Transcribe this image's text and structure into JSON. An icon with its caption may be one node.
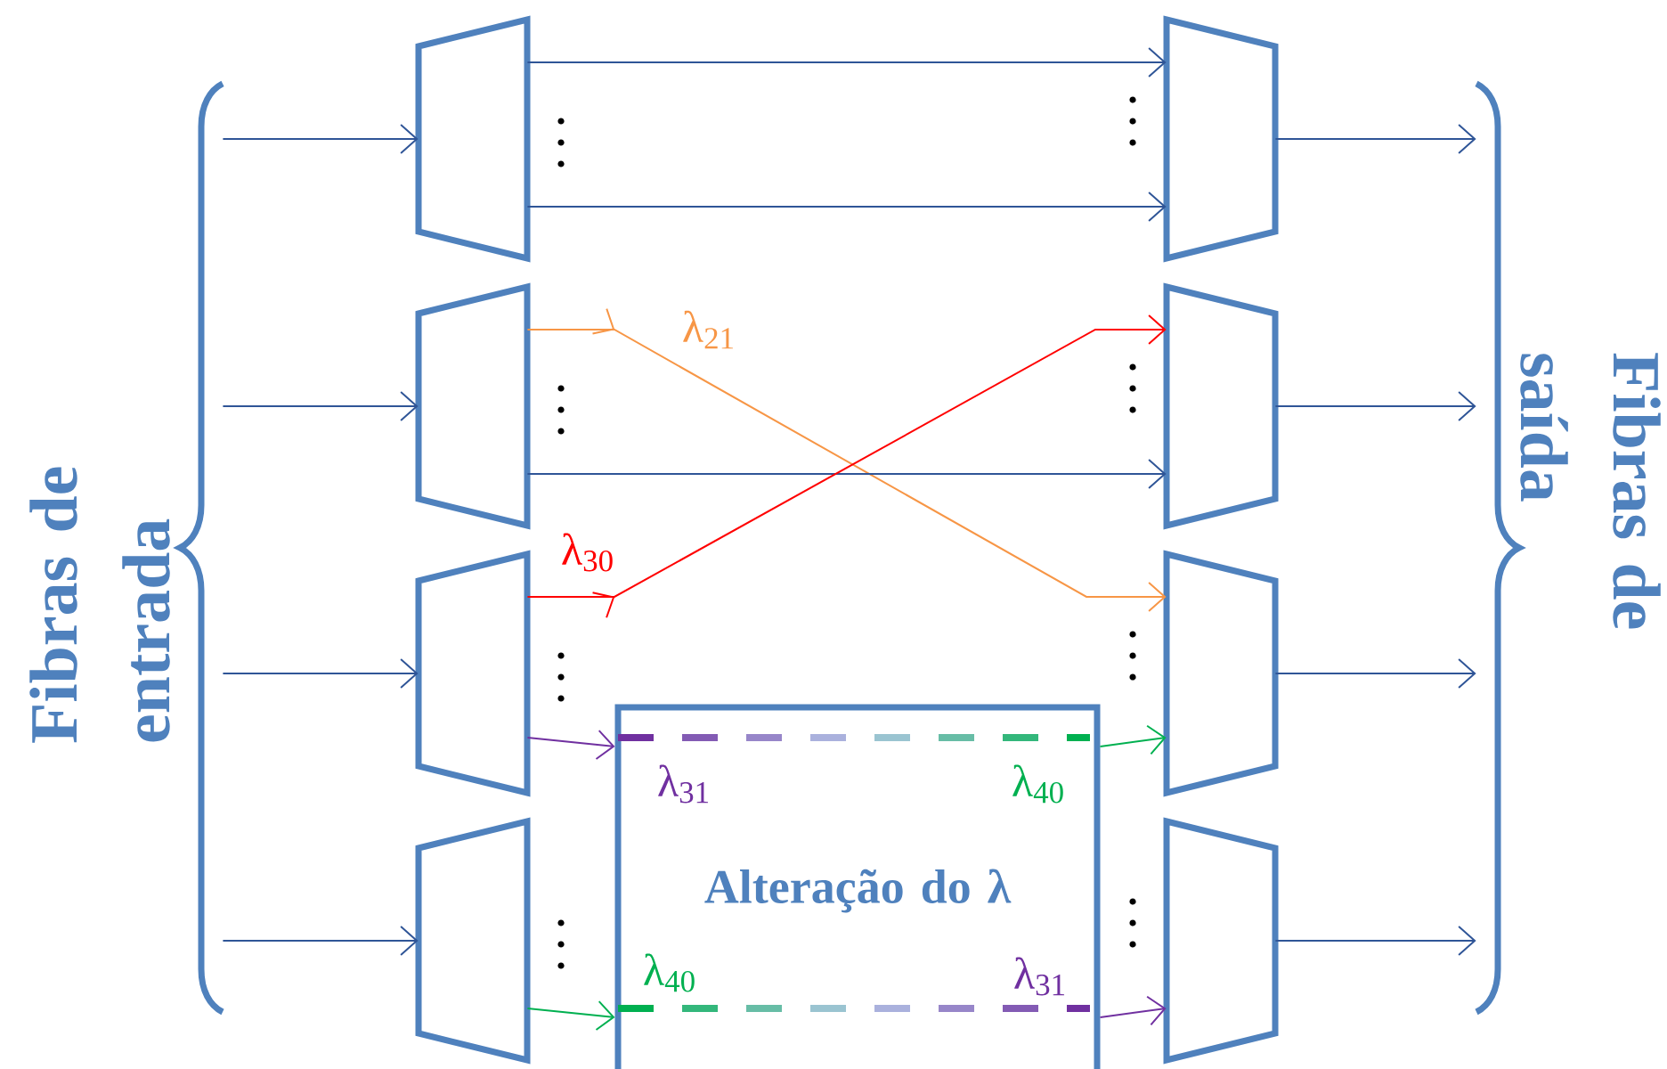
{
  "diagram": {
    "nodes": [
      {
        "text": [],
        "shape": "trapezoid"
      },
      {
        "text": [],
        "shape": "trapezoid"
      },
      {
        "text": [],
        "shape": "trapezoid"
      },
      {
        "text": [],
        "shape": "trapezoid"
      },
      {
        "text": [],
        "shape": "trapezoid"
      },
      {
        "text": [],
        "shape": "trapezoid"
      },
      {
        "text": [],
        "shape": "trapezoid"
      },
      {
        "text": [],
        "shape": "trapezoid"
      },
      {
        "text": [
          "Alteração do λ"
        ]
      },
      {
        "text": [],
        "shape": "brace",
        "beside": [
          "Fibras de entrada"
        ]
      },
      {
        "text": [],
        "shape": "brace",
        "beside": [
          "Fibras de saída"
        ]
      }
    ],
    "edges": [
      {
        "from": 9,
        "to": 0,
        "arrow": "to"
      },
      {
        "from": 9,
        "to": 1,
        "arrow": "to"
      },
      {
        "from": 9,
        "to": 2,
        "arrow": "to"
      },
      {
        "from": 9,
        "to": 3,
        "arrow": "to"
      },
      {
        "from": 0,
        "to": 4,
        "arrow": "to"
      },
      {
        "from": 0,
        "to": 4,
        "arrow": "to"
      },
      {
        "from": 1,
        "to": 6,
        "arrow": "to",
        "label": "λ$_{21}$",
        "color": "#f79646"
      },
      {
        "from": 1,
        "to": 5,
        "arrow": "to"
      },
      {
        "from": 2,
        "to": 5,
        "arrow": "to",
        "label": "λ$_{30}$",
        "color": "#ff0000"
      },
      {
        "from": 2,
        "to": 8,
        "arrow": "to",
        "color": "#7030a0"
      },
      {
        "from": 8,
        "to": 6,
        "arrow": "to",
        "color": "#00b050"
      },
      {
        "from": 3,
        "to": 8,
        "arrow": "to",
        "color": "#00b050"
      },
      {
        "from": 8,
        "to": 7,
        "arrow": "to",
        "color": "#7030a0"
      },
      {
        "from": 4,
        "to": 10,
        "arrow": "to"
      },
      {
        "from": 5,
        "to": 10,
        "arrow": "to"
      },
      {
        "from": 6,
        "to": 10,
        "arrow": "to"
      },
      {
        "from": 7,
        "to": 10,
        "arrow": "to"
      }
    ],
    "labels": [
      "λ$_{31}$",
      "λ$_{40}$",
      "λ$_{40}$",
      "λ$_{31}$"
    ]
  }
}
